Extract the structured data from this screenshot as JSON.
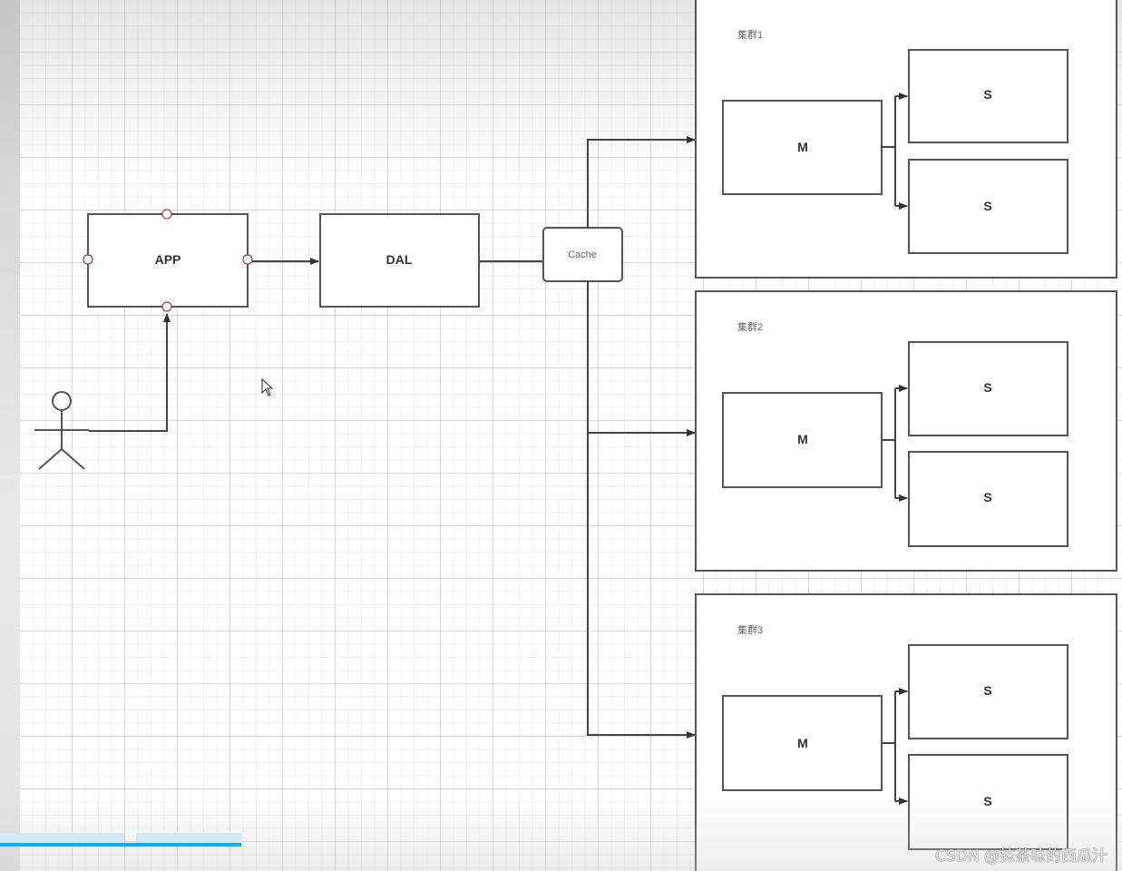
{
  "diagram": {
    "app_label": "APP",
    "dal_label": "DAL",
    "cache_label": "Cache",
    "clusters": [
      {
        "title": "集群1",
        "master": "M",
        "slaves": [
          "S",
          "S"
        ]
      },
      {
        "title": "集群2",
        "master": "M",
        "slaves": [
          "S",
          "S"
        ]
      },
      {
        "title": "集群3",
        "master": "M",
        "slaves": [
          "S",
          "S"
        ]
      }
    ]
  },
  "player": {
    "progress_fraction": 0.215
  },
  "watermark": "CSDN @抹茶味的西瓜汁",
  "colors": {
    "progress": "#1aaae4",
    "port": "#a04040",
    "stroke": "#555555"
  }
}
